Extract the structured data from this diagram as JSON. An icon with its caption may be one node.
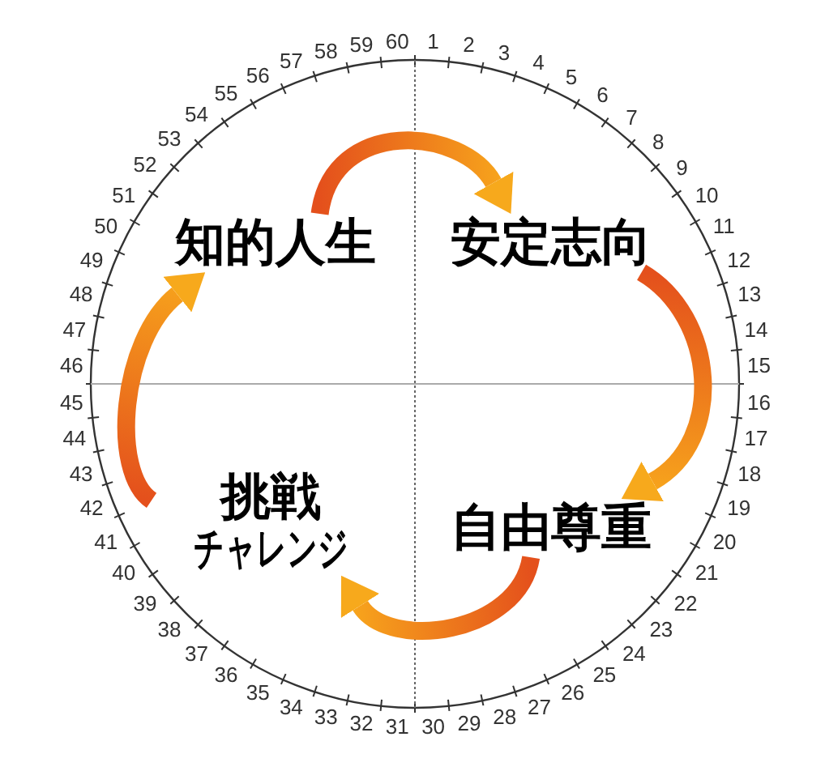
{
  "diagram": {
    "nodes": [
      {
        "text": [
          "知的人生"
        ]
      },
      {
        "text": [
          "安定志向"
        ]
      },
      {
        "text": [
          "挑戦",
          "チャレンジ"
        ]
      },
      {
        "text": [
          "自由尊重"
        ]
      }
    ],
    "edges": [
      {
        "from": 0,
        "to": 1,
        "arrow": "to"
      },
      {
        "from": 1,
        "to": 3,
        "arrow": "to"
      },
      {
        "from": 3,
        "to": 2,
        "arrow": "to"
      },
      {
        "from": 2,
        "to": 0,
        "arrow": "to"
      }
    ],
    "labels": [
      "1",
      "2",
      "3",
      "4",
      "5",
      "6",
      "7",
      "8",
      "9",
      "10",
      "11",
      "12",
      "13",
      "14",
      "15",
      "16",
      "17",
      "18",
      "19",
      "20",
      "21",
      "22",
      "23",
      "24",
      "25",
      "26",
      "27",
      "28",
      "29",
      "30",
      "31",
      "32",
      "33",
      "34",
      "35",
      "36",
      "37",
      "38",
      "39",
      "40",
      "41",
      "42",
      "43",
      "44",
      "45",
      "46",
      "47",
      "48",
      "49",
      "50",
      "51",
      "52",
      "53",
      "54",
      "55",
      "56",
      "57",
      "58",
      "59",
      "60"
    ]
  }
}
